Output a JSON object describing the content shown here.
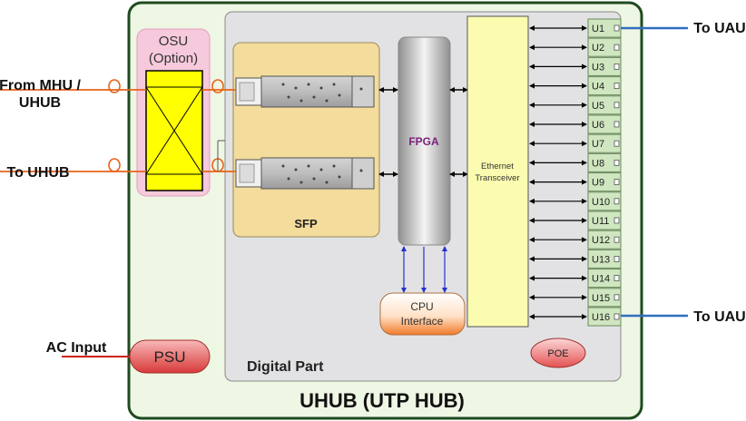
{
  "external_labels": {
    "from_mhu": [
      "From MHU /",
      "UHUB"
    ],
    "to_uhub": "To UHUB",
    "ac_input": "AC Input",
    "to_uau_top": "To UAU",
    "to_uau_bottom": "To UAU"
  },
  "osu": {
    "title": [
      "OSU",
      "(Option)"
    ]
  },
  "sfp": {
    "label": "SFP"
  },
  "fpga": {
    "label": "FPGA"
  },
  "ethernet": {
    "label": [
      "Ethernet",
      "Transceiver"
    ]
  },
  "cpu": {
    "label": [
      "CPU",
      "Interface"
    ]
  },
  "psu": {
    "label": "PSU"
  },
  "poe": {
    "label": "POE"
  },
  "digital_part": {
    "label": "Digital Part"
  },
  "footer": {
    "title": "UHUB (UTP HUB)"
  },
  "ports": [
    "U1",
    "U2",
    "U3",
    "U4",
    "U5",
    "U6",
    "U7",
    "U8",
    "U9",
    "U10",
    "U11",
    "U12",
    "U13",
    "U14",
    "U15",
    "U16"
  ],
  "colors": {
    "outer_border": "#1f4a1f",
    "outer_fill": "#eef6e4",
    "digital_fill": "#e2e2e4",
    "sfp_fill": "#f3dc9c",
    "osu_fill": "#f6c9dc",
    "yellow": "#ffff00",
    "eth_fill": "#fbfcb0",
    "port_fill": "#cfe6c0",
    "orange_line": "#e8631a",
    "blue_line": "#2f6fc0",
    "red_line": "#d02020",
    "psu_fill": "#e24a4a",
    "fpga_dark": "#9a9a9a"
  }
}
